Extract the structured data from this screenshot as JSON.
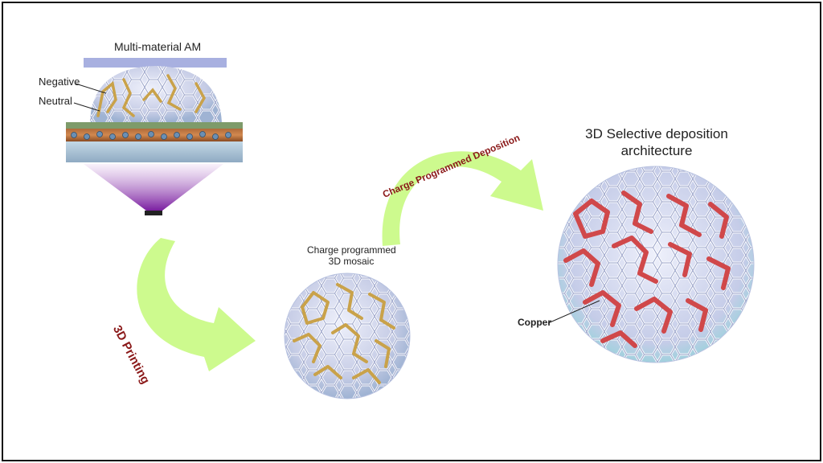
{
  "diagram": {
    "am_title": "Multi-material AM",
    "label_negative": "Negative",
    "label_neutral": "Neutral",
    "arrow_printing": "3D Printing",
    "arrow_deposition": "Charge Programmed Deposition",
    "mosaic_title_line1": "Charge programmed",
    "mosaic_title_line2": "3D mosaic",
    "final_title_line1": "3D Selective deposition",
    "final_title_line2": "architecture",
    "label_copper": "Copper"
  },
  "colors": {
    "arrow_green": "#cdfa8e",
    "arrow_text": "#8b1a1a",
    "lattice_base": "#c9cfe8",
    "lattice_gold": "#c9a24a",
    "lattice_copper": "#d0484a",
    "uv_light": "#8a2aa8",
    "plate": "#a8b0e0"
  }
}
